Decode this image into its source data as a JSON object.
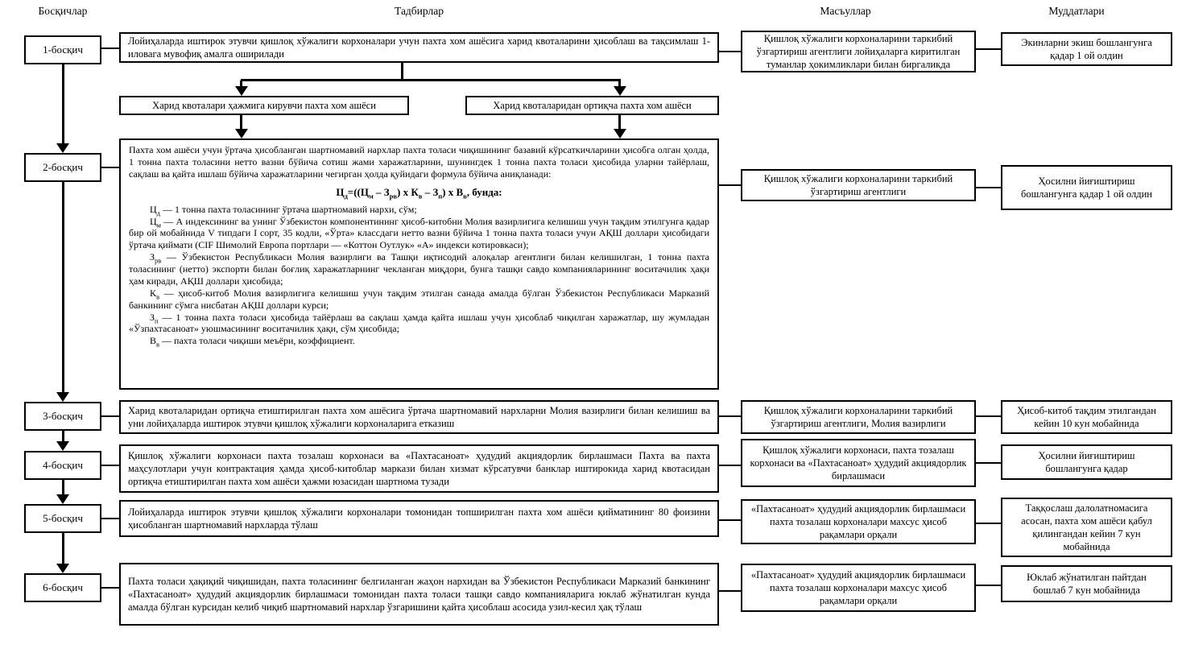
{
  "headers": {
    "stages": "Босқичлар",
    "activities": "Тадбирлар",
    "responsible": "Масъуллар",
    "deadlines": "Муддатлари"
  },
  "rows": [
    {
      "stage": "1-босқич",
      "activity": "Лойиҳаларда иштирок этувчи қишлоқ хўжалиги корхоналари учун пахта хом ашёсига харид квоталарини ҳисоблаш ва тақсимлаш 1-иловага мувофиқ амалга оширилади",
      "responsible": "Қишлоқ хўжалиги корхоналарини таркибий ўзгартириш агентлиги лойиҳаларга киритилган туманлар ҳокимликлари билан биргаликда",
      "deadline": "Экинларни экиш бошлангунга қадар 1 ой олдин"
    },
    {
      "stage": "2-босқич",
      "responsible": "Қишлоқ хўжалиги корхоналарини таркибий ўзгартириш агентлиги",
      "deadline": "Ҳосилни йиғиштириш бошлангунга қадар 1 ой олдин"
    },
    {
      "stage": "3-босқич",
      "activity": "Харид квоталаридан ортиқча етиштирилган пахта хом ашёсига ўртача шартномавий нархларни Молия вазирлиги билан келишиш ва уни лойиҳаларда иштирок этувчи қишлоқ хўжалиги корхоналарига етказиш",
      "responsible": "Қишлоқ хўжалиги корхоналарини таркибий ўзгартириш агентлиги, Молия вазирлиги",
      "deadline": "Ҳисоб-китоб тақдим этилгандан кейин 10 кун мобайнида"
    },
    {
      "stage": "4-босқич",
      "activity": "Қишлоқ хўжалиги корхонаси пахта тозалаш корхонаси ва «Пахтасаноат» ҳудудий акциядорлик бирлашмаси Пахта ва пахта маҳсулотлари учун контрактация ҳамда ҳисоб-китоблар маркази билан хизмат кўрсатувчи банклар иштирокида харид квотасидан ортиқча етиштирилган пахта хом ашёси ҳажми юзасидан шартнома тузади",
      "responsible": "Қишлоқ хўжалиги корхонаси, пахта тозалаш корхонаси ва «Пахтасаноат» ҳудудий акциядорлик бирлашмаси",
      "deadline": "Ҳосилни йиғиштириш бошлангунга қадар"
    },
    {
      "stage": "5-босқич",
      "activity": "Лойиҳаларда иштирок этувчи қишлоқ хўжалиги корхоналари томонидан топширилган пахта хом ашёси қийматининг 80 фоизини ҳисобланган шартномавий нархларда тўлаш",
      "responsible": "«Пахтасаноат» ҳудудий акциядорлик бирлашмаси пахта тозалаш корхоналари махсус ҳисоб рақамлари орқали",
      "deadline": "Таққослаш далолатномасига асосан, пахта хом ашёси қабул қилингандан кейин 7 кун мобайнида"
    },
    {
      "stage": "6-босқич",
      "activity": "Пахта толаси ҳақиқий чиқишидан, пахта толасининг белгиланган жаҳон нархидан  ва Ўзбекистон Республикаси Марказий банкининг «Пахтасаноат» ҳудудий акциядорлик бирлашмаси томонидан пахта толаси ташқи савдо компанияларига юклаб жўнатилган кунда амалда бўлган курсидан келиб чиқиб шартномавий нархлар ўзгаришини қайта ҳисоблаш асосида узил-кесил  ҳақ тўлаш",
      "responsible": "«Пахтасаноат» ҳудудий акциядорлик бирлашмаси пахта тозалаш корхоналари махсус ҳисоб рақамлари орқали",
      "deadline": "Юклаб жўнатилган пайтдан бошлаб 7 кун мобайнида"
    }
  ],
  "branches": {
    "left": "Харид квоталари ҳажмига кирувчи пахта хом ашёси",
    "right": "Харид квоталаридан ортиқча пахта хом ашёси"
  },
  "stage2": {
    "intro": "Пахта хом ашёси учун ўртача ҳисобланган шартномавий нархлар пахта толаси чиқишининг базавий кўрсаткичларини ҳисобга олган ҳолда, 1 тонна пахта толасини нетто вазни бўйича сотиш жами харажатларини, шунингдек 1 тонна пахта толаси ҳисобида уларни тайёрлаш, сақлаш ва қайта ишлаш бўйича харажатларини чегирган ҳолда қуйидаги формула бўйича аниқланади:",
    "formula": {
      "t1": "Ц",
      "s1": "д",
      "t2": "=((Ц",
      "s2": "м",
      "t3": " – З",
      "s3": "рв",
      "t4": ") х К",
      "s4": "в",
      "t5": " – З",
      "s5": "п",
      "t6": ") х В",
      "s6": "в",
      "t7": ", бунда:"
    },
    "definitions": [
      {
        "sym": "Ц",
        "sub": "д",
        "text": " — 1 тонна пахта толасининг ўртача шартномавий нархи, сўм;"
      },
      {
        "sym": "Ц",
        "sub": "м",
        "text": " — А индексининг ва унинг Ўзбекистон компонентининг ҳисоб-китобни Молия вазирлигига келишиш учун тақдим этилгунга қадар бир ой мобайнида V типдаги I сорт, 35 кодли, «Ўрта» классдаги нетто вазни бўйича 1 тонна пахта толаси учун АҚШ доллари ҳисобидаги ўртача қиймати (CIF Шимолий Европа портлари — «Коттон Оутлук» «А» индекси котировкаси);"
      },
      {
        "sym": "З",
        "sub": "рв",
        "text": " — Ўзбекистон Республикаси Молия вазирлиги ва Ташқи иқтисодий алоқалар агентлиги билан келишилган, 1 тонна пахта толасининг (нетто) экспорти билан боғлиқ  харажатларнинг чекланган миқдори, бунга  ташқи савдо компанияларининг воситачилик ҳақи ҳам киради, АҚШ доллари ҳисобида;"
      },
      {
        "sym": "К",
        "sub": "в",
        "text": " — ҳисоб-китоб Молия вазирлигига келишиш учун тақдим этилган санада амалда бўлган Ўзбекистон Республикаси Марказий банкининг сўмга нисбатан АҚШ доллари курси;"
      },
      {
        "sym": "З",
        "sub": "п",
        "text": " — 1 тонна пахта толаси ҳисобида тайёрлаш ва сақлаш ҳамда қайта ишлаш учун ҳисоблаб чиқилган харажатлар, шу жумладан «Ўзпахтасаноат» уюшмасининг воситачилик ҳақи, сўм ҳисобида;"
      },
      {
        "sym": "В",
        "sub": "в",
        "text": " — пахта толаси чиқиши меъёри, коэффициент."
      }
    ]
  },
  "colors": {
    "line": "#000000",
    "background": "#ffffff",
    "text": "#000000"
  }
}
